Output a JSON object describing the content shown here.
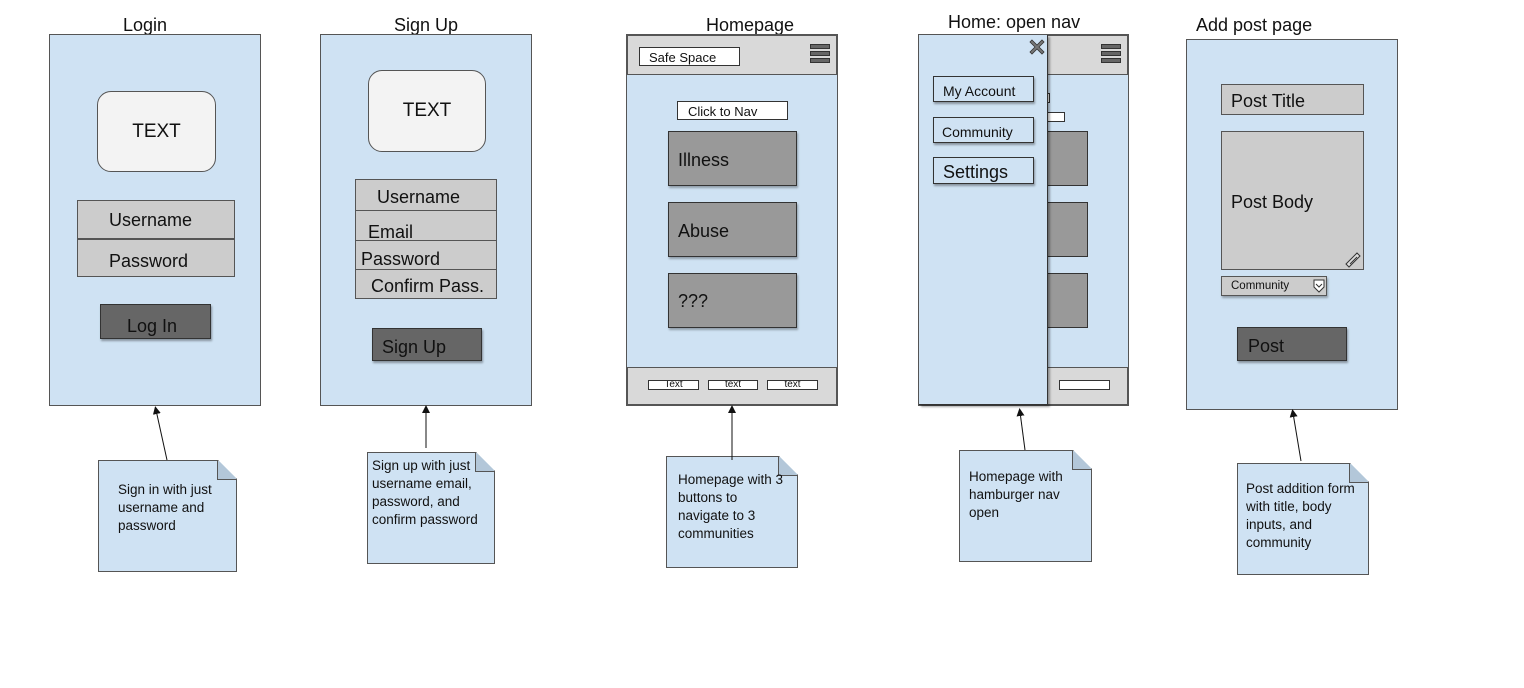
{
  "screens": {
    "login": {
      "title": "Login",
      "logo_text": "TEXT",
      "username": "Username",
      "password": "Password",
      "button": "Log In",
      "note": "Sign in with just username and password"
    },
    "signup": {
      "title": "Sign Up",
      "logo_text": "TEXT",
      "username": "Username",
      "email": "Email",
      "password": "Password",
      "confirm": "Confirm Pass.",
      "button": "Sign Up",
      "note": "Sign up with just username email, password, and confirm password"
    },
    "homepage": {
      "title": "Homepage",
      "app_name": "Safe Space",
      "nav_label": "Click to Nav",
      "community_buttons": [
        "Illness",
        "Abuse",
        "???"
      ],
      "footer_links": [
        "Text",
        "text",
        "text"
      ],
      "note": "Homepage with 3 buttons to navigate to 3 communities"
    },
    "home_nav": {
      "title": "Home: open nav",
      "menu_items": [
        "My Account",
        "Community",
        "Settings"
      ],
      "note": "Homepage with hamburger nav open"
    },
    "add_post": {
      "title": "Add post page",
      "post_title": "Post Title",
      "post_body": "Post Body",
      "community_select": "Community",
      "button": "Post",
      "note": "Post addition form with title, body inputs, and community"
    }
  },
  "icons": {
    "hamburger": "hamburger-icon",
    "close": "close-icon",
    "dropdown": "chevron-down-icon",
    "resize": "resize-handle-icon"
  },
  "colors": {
    "screen_bg": "#cfe2f3",
    "field_bg": "#cccccc",
    "button_dark": "#666666",
    "button_grey": "#999999",
    "bar_bg": "#d9d9d9"
  }
}
